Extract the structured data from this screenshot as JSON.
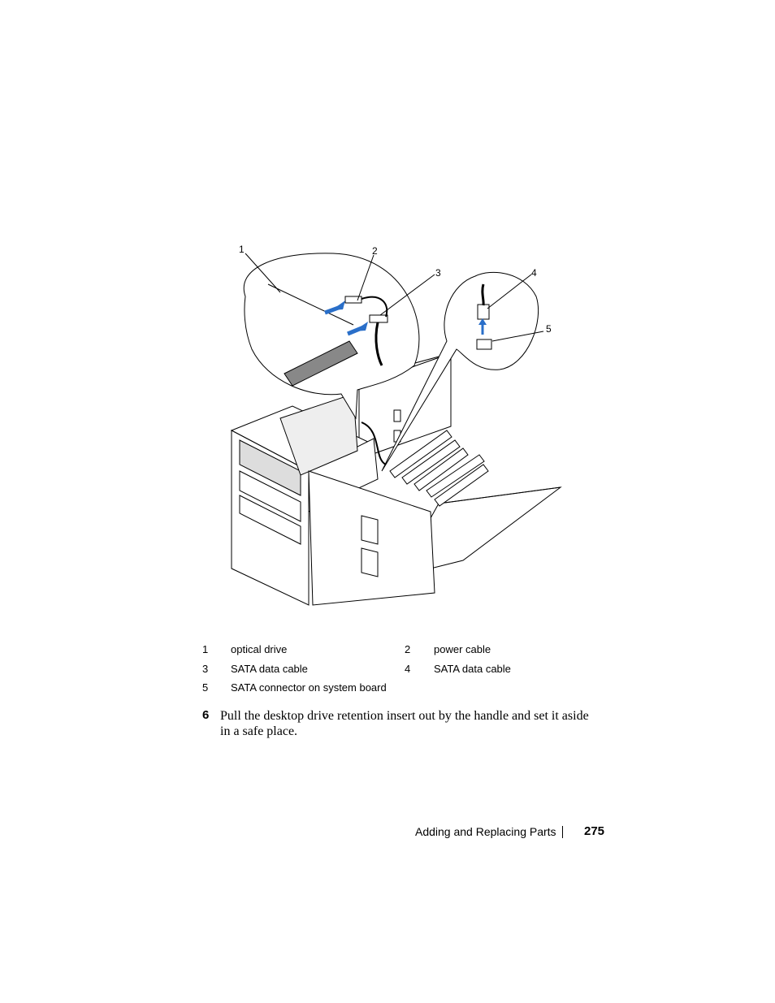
{
  "figure": {
    "callouts": [
      "1",
      "2",
      "3",
      "4",
      "5"
    ]
  },
  "legend": [
    {
      "num": "1",
      "label": "optical drive"
    },
    {
      "num": "2",
      "label": "power cable"
    },
    {
      "num": "3",
      "label": "SATA data cable"
    },
    {
      "num": "4",
      "label": "SATA data cable"
    },
    {
      "num": "5",
      "label": "SATA connector on system board"
    }
  ],
  "step": {
    "number": "6",
    "text": "Pull the desktop drive retention insert out by the handle and set it aside in a safe place."
  },
  "footer": {
    "section": "Adding and Replacing Parts",
    "page": "275"
  }
}
